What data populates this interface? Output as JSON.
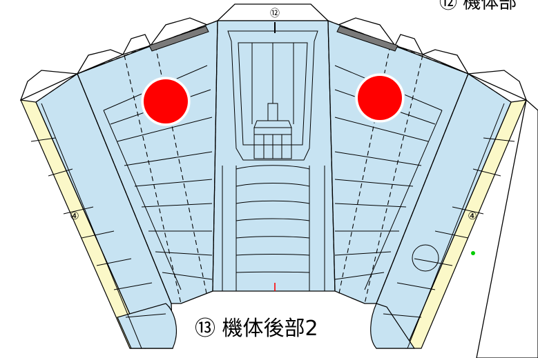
{
  "labels": {
    "top_join_marker": "⑫",
    "top_corner_title": "⑫ 機体部",
    "part_caption": "⑬ 機体後部2",
    "left_tab_marker": "④",
    "right_tab_marker": "④"
  },
  "colors": {
    "panel_fill": "#c7e3f2",
    "glue_tab_fill": "#fbf8c8",
    "outline": "#000000",
    "hinomaru_red": "#ff0000",
    "hinomaru_border": "#ffffff",
    "dark_panel": "#7a7a7a",
    "center_mark": "#ff0000",
    "green_dot": "#00cc00"
  },
  "icons": {
    "insignia": "hinomaru-roundel",
    "hatch": "circle-hatch"
  }
}
